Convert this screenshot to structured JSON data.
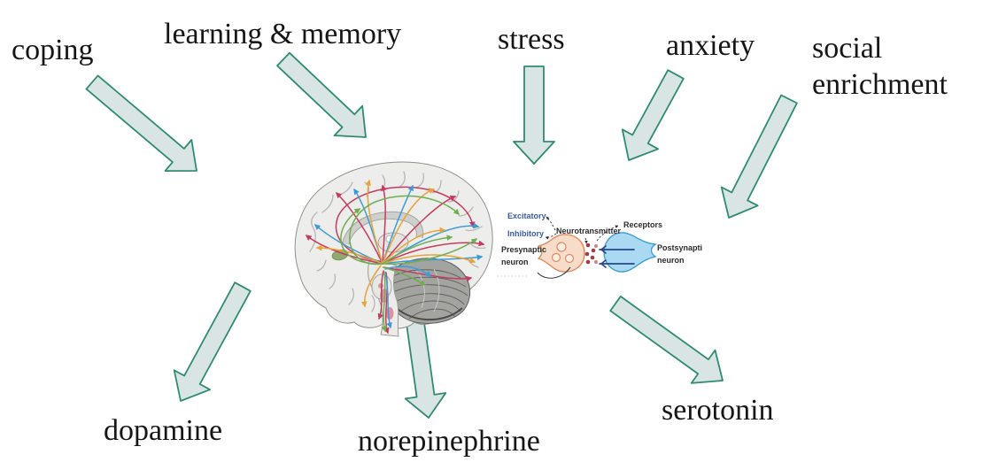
{
  "diagram": {
    "factors": {
      "coping": "coping",
      "learning_memory": "learning & memory",
      "stress": "stress",
      "anxiety": "anxiety",
      "social_enrichment": "social enrichment"
    },
    "neurotransmitters": {
      "dopamine": "dopamine",
      "norepinephrine": "norepinephrine",
      "serotonin": "serotonin"
    },
    "synapse": {
      "excitatory": "Excitatory",
      "inhibitory": "Inhibitory",
      "neurotransmitter": "Neurotransmitter",
      "receptors": "Receptors",
      "presynaptic_line1": "Presynaptic",
      "presynaptic_line2": "neuron",
      "postsynaptic_line1": "Postsynapti",
      "postsynaptic_line2": "neuron"
    },
    "colors": {
      "arrow_fill": "#d9e4e5",
      "arrow_stroke": "#2e8c72",
      "synapse_label_blue": "#3a5cad",
      "synapse_label_dark": "#2b2b2b",
      "presynaptic_fill": "#f8dcca",
      "presynaptic_stroke": "#e08a5f",
      "postsynaptic_fill": "#a9daf2",
      "postsynaptic_stroke": "#3f9fd4",
      "neurotransmitter_dot": "#a63a44",
      "receptor_blue": "#27468e",
      "pathway_red": "#c73a5e",
      "pathway_blue": "#3f9bd8",
      "pathway_orange": "#e8a33c",
      "pathway_green": "#6fae53"
    }
  }
}
